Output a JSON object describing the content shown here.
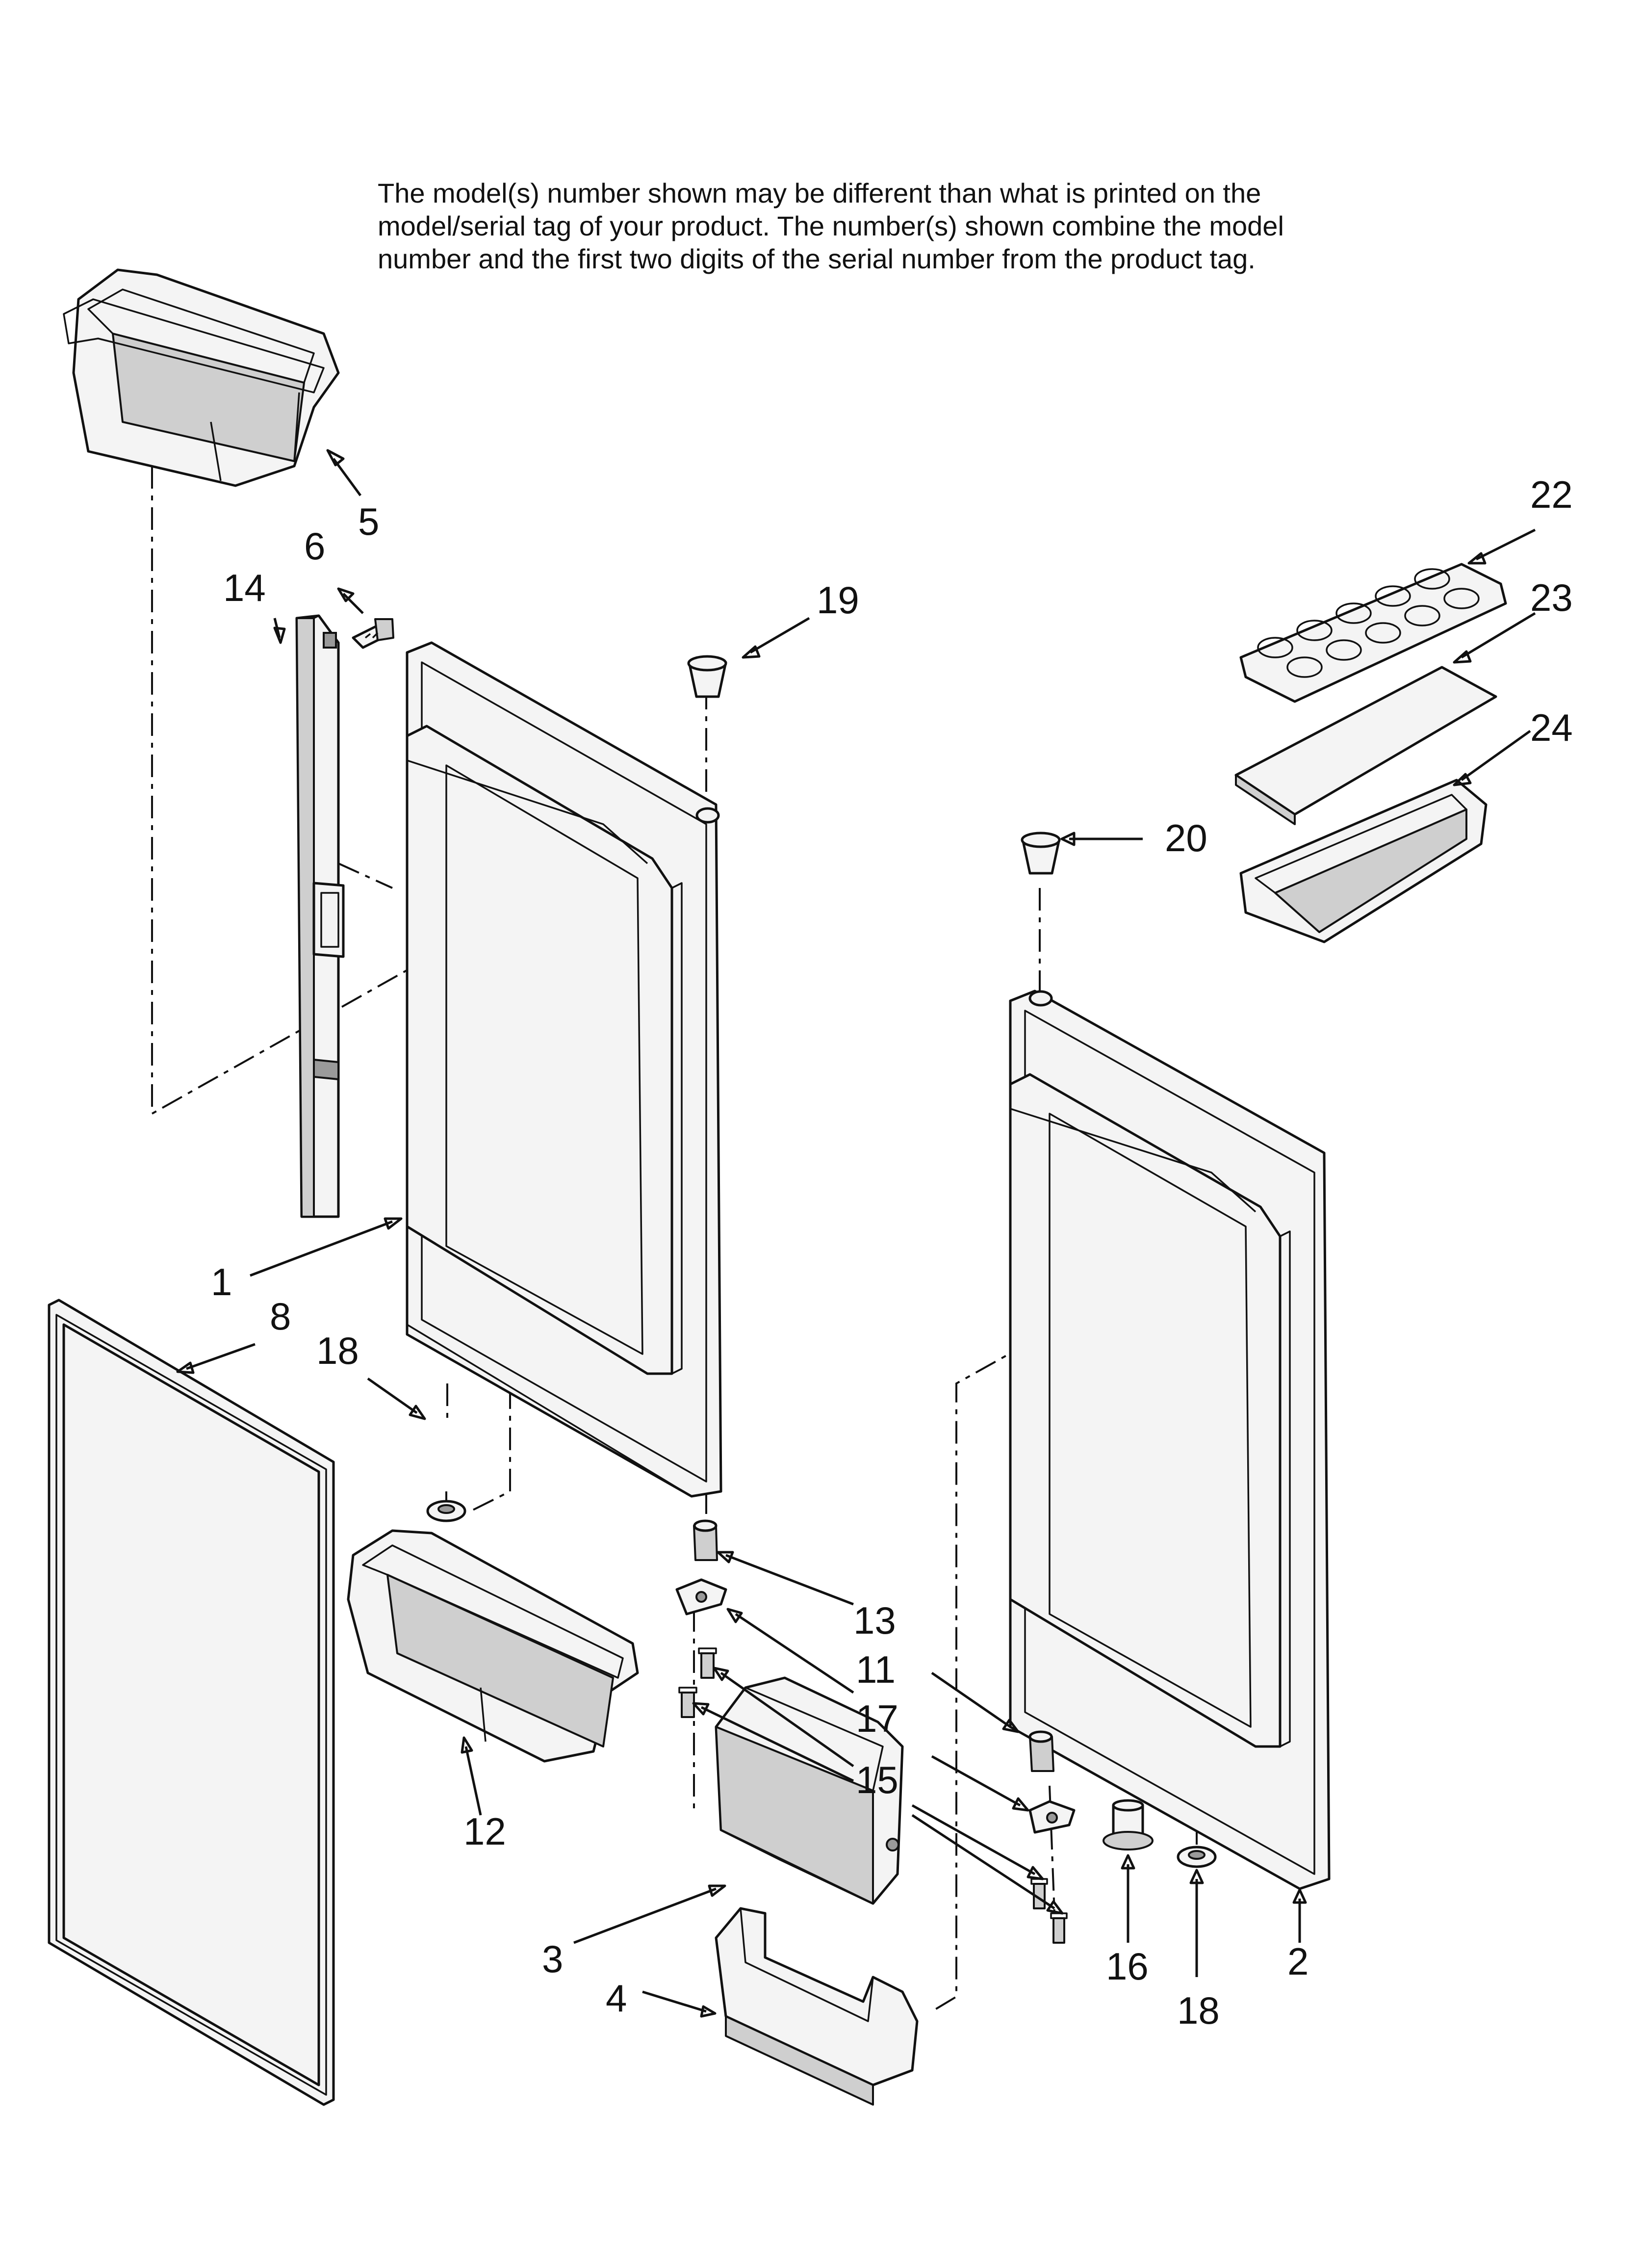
{
  "note": {
    "lines": [
      "The model(s) number shown may be different than what is printed on the",
      "model/serial tag of your product. The number(s) shown combine the model",
      "number and the first two digits of the serial number from the product tag."
    ]
  },
  "callouts": {
    "p1": "1",
    "p2": "2",
    "p3": "3",
    "p4": "4",
    "p5": "5",
    "p6": "6",
    "p8": "8",
    "p11": "11",
    "p12": "12",
    "p13": "13",
    "p14": "14",
    "p15": "15",
    "p16": "16",
    "p17": "17",
    "p18a": "18",
    "p18b": "18",
    "p19": "19",
    "p20": "20",
    "p22": "22",
    "p23": "23",
    "p24": "24"
  }
}
